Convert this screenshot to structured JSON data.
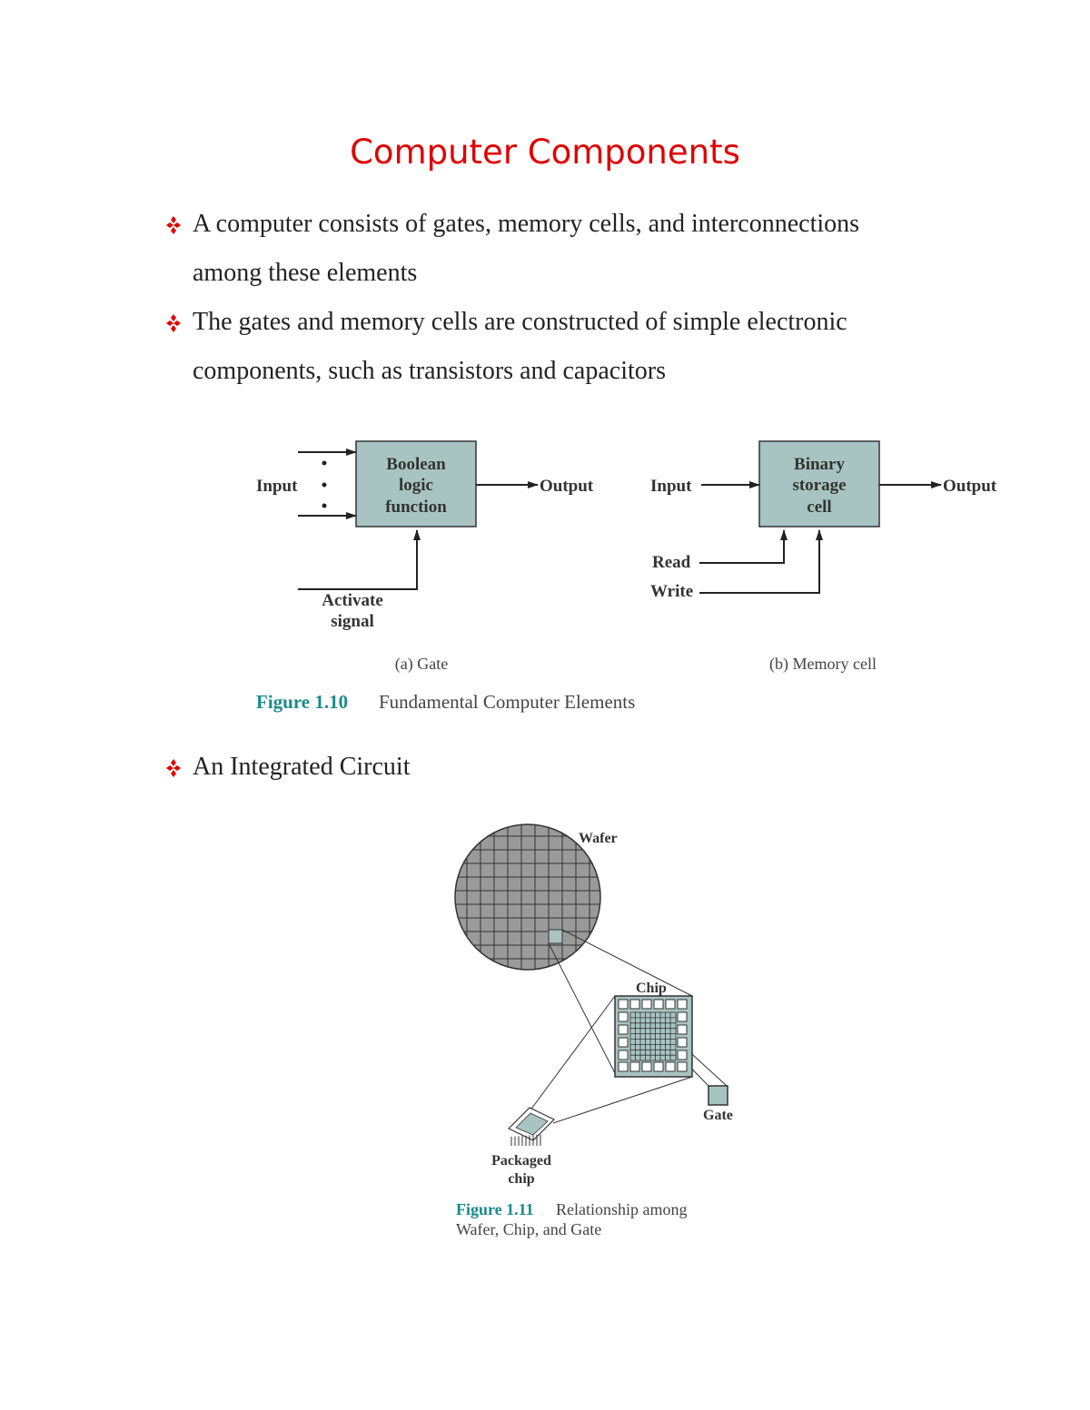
{
  "title": "Computer Components",
  "bullets": [
    {
      "line1": " A computer consists of gates, memory cells, and interconnections",
      "line2": "among these elements"
    },
    {
      "line1": "The gates and memory cells are constructed of simple electronic",
      "line2": "components, such as transistors and capacitors"
    },
    {
      "line1": "An Integrated Circuit"
    }
  ],
  "figure110": {
    "gate": {
      "input_label": "Input",
      "box_line1": "Boolean",
      "box_line2": "logic",
      "box_line3": "function",
      "output_label": "Output",
      "activate_line1": "Activate",
      "activate_line2": "signal",
      "caption": "(a) Gate"
    },
    "memory": {
      "input_label": "Input",
      "box_line1": "Binary",
      "box_line2": "storage",
      "box_line3": "cell",
      "output_label": "Output",
      "read_label": "Read",
      "write_label": "Write",
      "caption": "(b) Memory cell"
    },
    "figure_number": "Figure 1.10",
    "figure_title": "Fundamental Computer Elements"
  },
  "figure111": {
    "wafer_label": "Wafer",
    "chip_label": "Chip",
    "gate_label": "Gate",
    "packaged_line1": "Packaged",
    "packaged_line2": "chip",
    "figure_number": "Figure 1.11",
    "caption_line1": "Relationship among",
    "caption_line2": "Wafer, Chip, and Gate"
  },
  "colors": {
    "title": "#e00000",
    "bullet_mark": "#e00000",
    "box_fill": "#a8c4c2",
    "figure_number": "#1a8a8a",
    "wafer_fill": "#9a9a9a"
  }
}
